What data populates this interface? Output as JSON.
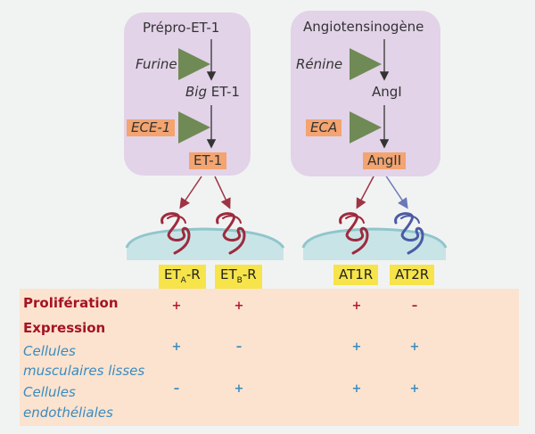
{
  "et_pathway": {
    "precursor": "Prépro-ET-1",
    "enzyme1": "Furine",
    "intermediate_italic": "Big",
    "intermediate_rest": " ET-1",
    "enzyme2": "ECE-1",
    "product": "ET-1"
  },
  "ang_pathway": {
    "precursor": "Angiotensinogène",
    "enzyme1": "Rénine",
    "intermediate": "AngI",
    "enzyme2": "ECA",
    "product": "AngII"
  },
  "receptors": {
    "eta": {
      "base": "ET",
      "sub": "A",
      "suffix": "-R"
    },
    "etb": {
      "base": "ET",
      "sub": "B",
      "suffix": "-R"
    },
    "at1r": "AT1R",
    "at2r": "AT2R"
  },
  "results": {
    "rows": [
      {
        "label": "Prolifération",
        "style": "red",
        "marks": [
          "+",
          "+",
          "+",
          "–"
        ]
      },
      {
        "label": "Expression",
        "style": "red",
        "marks": []
      },
      {
        "label": "Cellules",
        "label2": "musculaires lisses",
        "style": "blue",
        "marks": [
          "+",
          "–",
          "+",
          "+"
        ]
      },
      {
        "label": "Cellules",
        "label2": "endothéliales",
        "style": "blue",
        "marks": [
          "–",
          "+",
          "+",
          "+"
        ]
      }
    ]
  },
  "colors": {
    "purple_box": "#e2d3e8",
    "orange_tag": "#f3a470",
    "yellow_tag": "#f6e44a",
    "results_bg": "#fbe3cf",
    "red": "#a51323",
    "blue": "#3a8bc0",
    "arrow_green": "#6f8a55",
    "receptor_red": "#9e2a3d",
    "receptor_blue": "#4b5aa6",
    "membrane": "#b9dde0"
  }
}
